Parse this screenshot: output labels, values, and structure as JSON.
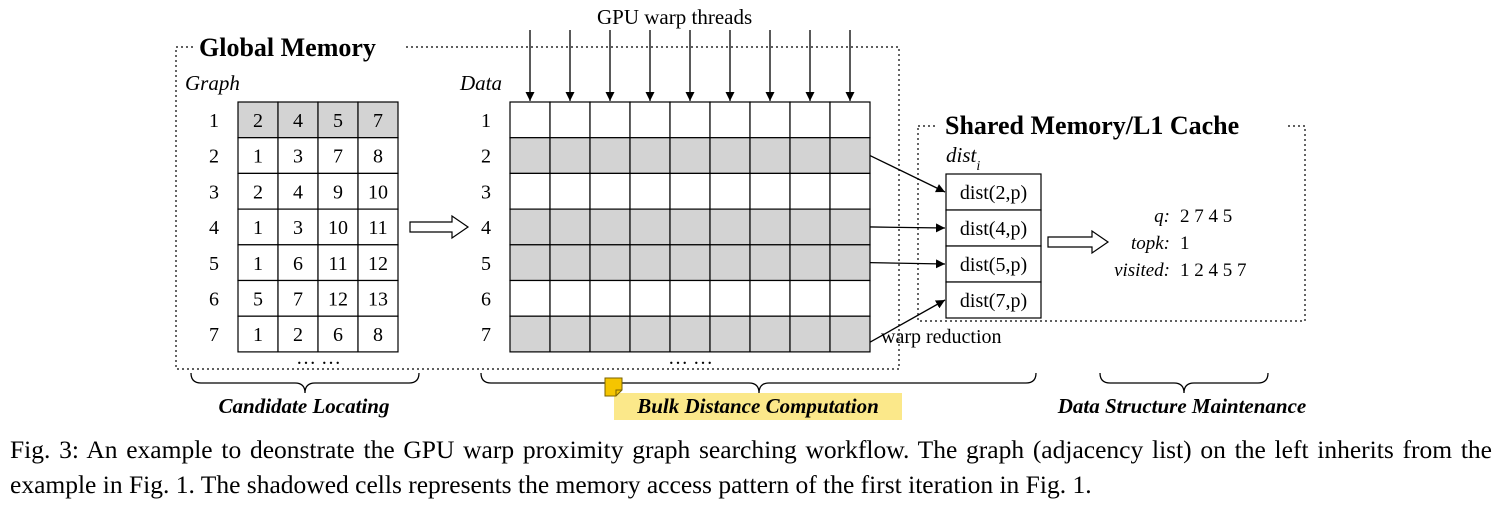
{
  "diagram": {
    "global_memory_title": "Global Memory",
    "shared_memory_title": "Shared Memory/L1 Cache",
    "graph_label": "Graph",
    "data_label": "Data",
    "gpu_label": "GPU warp threads",
    "graph_row_ids": [
      "1",
      "2",
      "3",
      "4",
      "5",
      "6",
      "7"
    ],
    "graph_rows": [
      [
        "2",
        "4",
        "5",
        "7"
      ],
      [
        "1",
        "3",
        "7",
        "8"
      ],
      [
        "2",
        "4",
        "9",
        "10"
      ],
      [
        "1",
        "3",
        "10",
        "11"
      ],
      [
        "1",
        "6",
        "11",
        "12"
      ],
      [
        "5",
        "7",
        "12",
        "13"
      ],
      [
        "1",
        "2",
        "6",
        "8"
      ]
    ],
    "graph_ellipsis": "… …",
    "data_row_ids": [
      "1",
      "2",
      "3",
      "4",
      "5",
      "6",
      "7"
    ],
    "data_shaded_rows": [
      2,
      4,
      5,
      7
    ],
    "data_ellipsis": "… …",
    "dist_label": "dist",
    "dist_subscript": "i",
    "dist_values": [
      "dist(2,p)",
      "dist(4,p)",
      "dist(5,p)",
      "dist(7,p)"
    ],
    "warp_reduction": "warp reduction",
    "q_label": "q:",
    "q_value": "2 7 4 5",
    "topk_label": "topk:",
    "topk_value": "1",
    "visited_label": "visited:",
    "visited_value": "1 2 4 5 7",
    "phase_candidate": "Candidate Locating",
    "phase_bulk": "Bulk Distance Computation",
    "phase_maintenance": "Data Structure Maintenance",
    "colors": {
      "shade": "#d3d3d3",
      "highlight": "#fbe88a",
      "note_icon": "#f5c500"
    }
  },
  "caption": "Fig. 3: An example to deonstrate the GPU warp proximity graph searching workflow. The graph (adjacency list) on the left inherits from the example in Fig. 1. The shadowed cells represents the memory access pattern of the first iteration in Fig. 1."
}
